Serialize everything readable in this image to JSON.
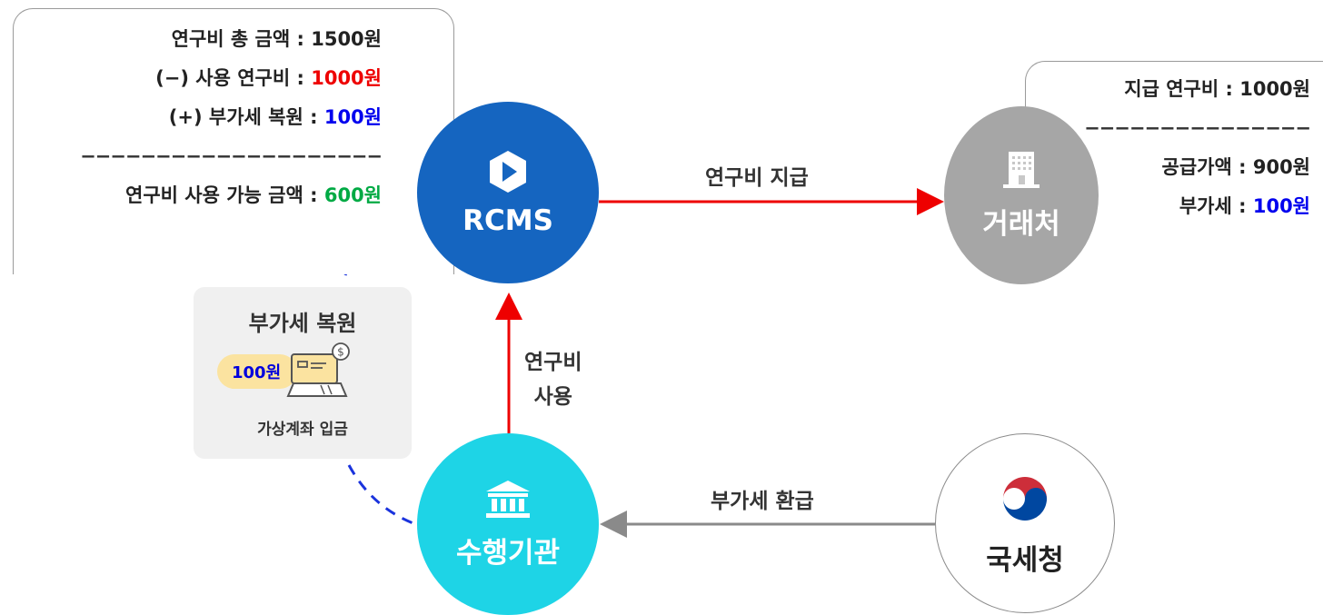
{
  "summary": {
    "total_label": "연구비 총 금액 : ",
    "total_value": "1500원",
    "used_label": "(−) 사용 연구비 : ",
    "used_value": "1000원",
    "vat_label": "(+) 부가세 복원 : ",
    "vat_value": "100원",
    "divider": "−−−−−−−−−−−−−−−−−−−−",
    "available_label": "연구비 사용 가능 금액 : ",
    "available_value": "600원"
  },
  "vendor_info": {
    "paid_label": "지급 연구비 : ",
    "paid_value": "1000원",
    "divider": "−−−−−−−−−−−−−−−",
    "supply_label": "공급가액 : ",
    "supply_value": "900원",
    "vat_label": "부가세 : ",
    "vat_value": "100원"
  },
  "nodes": {
    "rcms": "RCMS",
    "vendor": "거래처",
    "institution": "수행기관",
    "nts": "국세청"
  },
  "edges": {
    "pay": "연구비 지급",
    "use_line1": "연구비",
    "use_line2": "사용",
    "refund": "부가세 환급"
  },
  "restore": {
    "title": "부가세 복원",
    "amount": "100원",
    "caption": "가상계좌 입금"
  },
  "colors": {
    "rcms": "#1565c0",
    "vendor": "#a6a6a6",
    "institution": "#1ed4e6",
    "red_arrow": "#ee0000",
    "gray_arrow": "#8a8a8a",
    "blue_dash": "#1a33dd",
    "used_value": "#ee0000",
    "vat_value": "#0000ee",
    "available_value": "#00aa44"
  },
  "icons": {
    "rcms": "rcms-logo-icon",
    "vendor": "building-icon",
    "institution": "bank-icon",
    "nts": "taegeuk-icon",
    "restore": "laptop-dollar-icon"
  }
}
